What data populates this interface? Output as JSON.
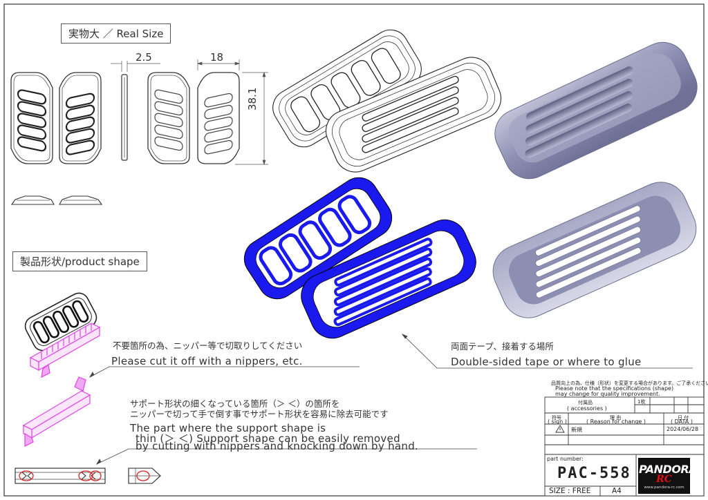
{
  "drawing": {
    "real_size_label": "実物大 ／ Real Size",
    "product_shape_label": "製品形状/product shape",
    "dimensions": {
      "thickness": "2.5",
      "width": "18",
      "height": "38.1"
    },
    "notes": {
      "cut_jp": "不要箇所の為、ニッパー等で切取りしてください",
      "cut_en": "Please cut it off with a nippers, etc.",
      "tape_jp": "両面テープ、接着する場所",
      "tape_en": "Double-sided tape or where to glue",
      "support_jp_1": "サポート形状の細くなっている箇所（＞ ＜）の箇所を",
      "support_jp_2": "ニッパーで切って手で倒す事でサポート形状を容易に除去可能です",
      "support_en_1": "The part where the support shape is",
      "support_en_2": "thin (＞ ＜) Support shape can be easily removed",
      "support_en_3": "by cutting with nippers and knocking down by hand."
    },
    "colors": {
      "glue_area": "#1a1aee",
      "support": "#e040e8",
      "render": "#8e90b4",
      "callout": "#e02020"
    }
  },
  "title_block": {
    "notice_jp": "品質向上の為、仕様（形状）を変更する場合があります。ご了承ください。",
    "notice_en_1": "Please note that the specifications (shape)",
    "notice_en_2": "may change for quality improvement.",
    "accessories_jp": "付属品",
    "accessories_en": "( accessories )",
    "qty": "1枚",
    "sign_jp": "符号",
    "sign_en": "( sign )",
    "reason_jp": "理 由",
    "reason_en": "( Reason for change )",
    "date_jp": "日 付",
    "date_en": "( DATA )",
    "rev_reason": "新規",
    "rev_date": "2024/06/28",
    "part_number_label": "part number:",
    "part_number": "PAC-558",
    "size": "SIZE : FREE",
    "paper": "A4",
    "brand": "PANDORA",
    "brand_sub": "RC",
    "url": "www.pandora-rc.com"
  }
}
